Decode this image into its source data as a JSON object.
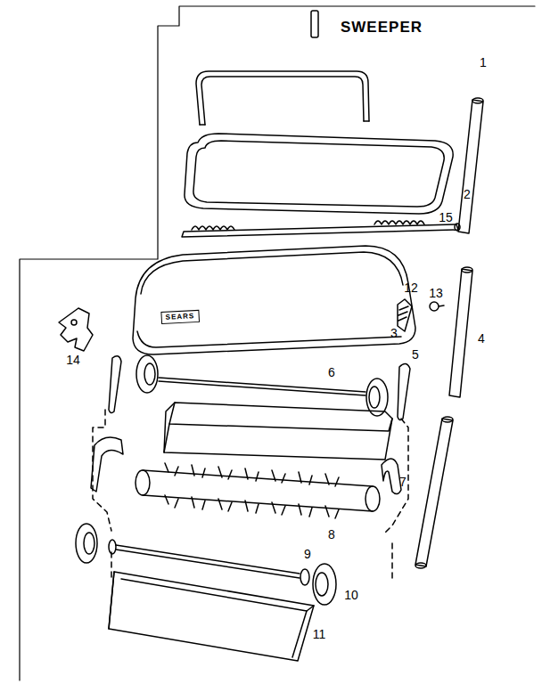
{
  "diagram": {
    "title": "SWEEPER",
    "labels": [
      "1",
      "2",
      "15",
      "12",
      "13",
      "3",
      "SEARS",
      "4",
      "14",
      "5",
      "6",
      "7",
      "8",
      "9",
      "10",
      "11"
    ]
  }
}
